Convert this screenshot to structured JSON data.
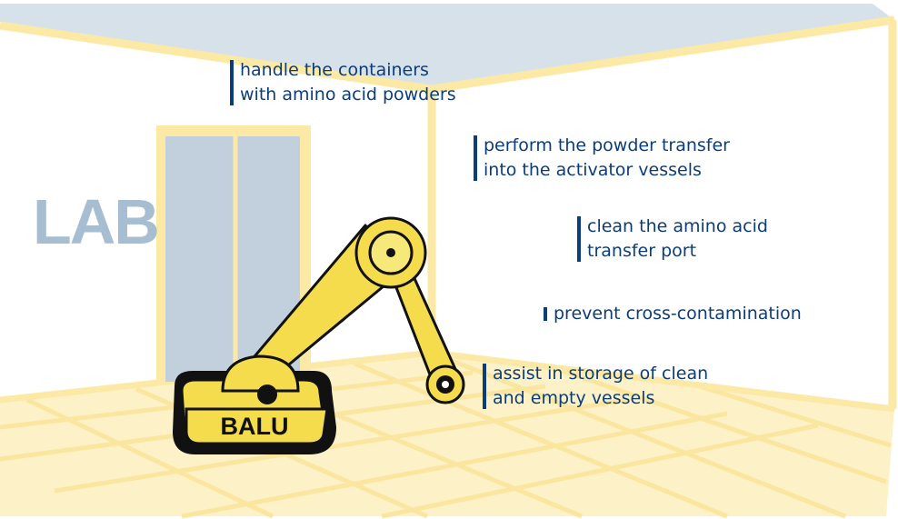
{
  "room_label": "LAB",
  "robot_label": "BALU",
  "colors": {
    "ceiling": "#d6e1ea",
    "frame": "#fbe9a5",
    "floor_tile": "#fdf1c7",
    "door_glass": "#c2cfdd",
    "robot_yellow": "#f4dc4c",
    "robot_dark": "#111111",
    "lab_text": "#a7bdd2",
    "callout_text": "#0b3d7a"
  },
  "callouts": [
    {
      "id": "containers",
      "lines": [
        "handle the containers",
        "with amino acid powders"
      ]
    },
    {
      "id": "powder-transfer",
      "lines": [
        "perform the powder transfer",
        "into the activator vessels"
      ]
    },
    {
      "id": "clean-port",
      "lines": [
        "clean the amino acid",
        "transfer port"
      ]
    },
    {
      "id": "cross-contamination",
      "lines": [
        "prevent cross-contamination"
      ]
    },
    {
      "id": "storage",
      "lines": [
        "assist in storage of clean",
        "and empty vessels"
      ]
    }
  ]
}
